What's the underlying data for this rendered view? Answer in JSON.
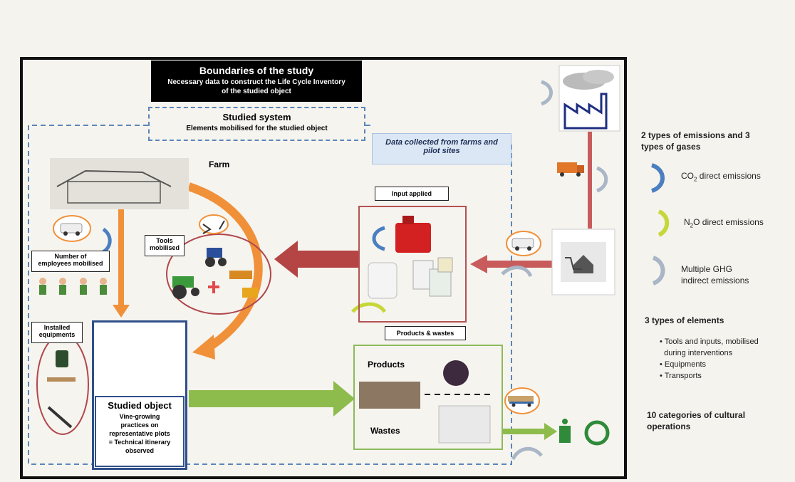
{
  "boundaries": {
    "title": "Boundaries of the study",
    "subtitle1": "Necessary data to construct the Life Cycle Inventory",
    "subtitle2": "of the studied object"
  },
  "system": {
    "title": "Studied system",
    "subtitle": "Elements mobilised for the studied object"
  },
  "data_collected": {
    "line1": "Data collected from farms and",
    "line2": "pilot sites"
  },
  "farm_label": "Farm",
  "labels": {
    "tools_mobilised": [
      "Tools",
      "mobilised"
    ],
    "employees": [
      "Number of",
      "employees mobilised"
    ],
    "installed_equipments": [
      "Installed",
      "equipments"
    ],
    "input_applied": "Input applied",
    "products_wastes": "Products & wastes",
    "products": "Products",
    "wastes": "Wastes"
  },
  "studied_object": {
    "title": "Studied object",
    "lines": [
      "Vine-growing",
      "practices on",
      "representative plots",
      "= Technical itinerary",
      "observed"
    ]
  },
  "legend": {
    "emissions_heading": [
      "2 types of emissions and 3",
      "types of gases"
    ],
    "co2": {
      "prefix": "CO",
      "sub": "2",
      "suffix": " direct emissions",
      "color": "#4a7fc1"
    },
    "n2o": {
      "prefix": "N",
      "sub": "2",
      "suffix": "O direct emissions",
      "color": "#c6d73a"
    },
    "ghg": {
      "line1": "Multiple GHG",
      "line2": "indirect emissions",
      "color": "#a9b6c6"
    },
    "elements_heading": "3 types of elements",
    "elements": [
      "Tools and inputs, mobilised",
      "during interventions",
      "Equipments",
      "Transports"
    ],
    "categories_heading": [
      "10 categories of cultural",
      "operations"
    ]
  },
  "colors": {
    "orange": "#f0913a",
    "red": "#b54444",
    "green": "#8dbb4c",
    "blue_dash": "#5b86b8",
    "navy": "#2f4f8a"
  }
}
